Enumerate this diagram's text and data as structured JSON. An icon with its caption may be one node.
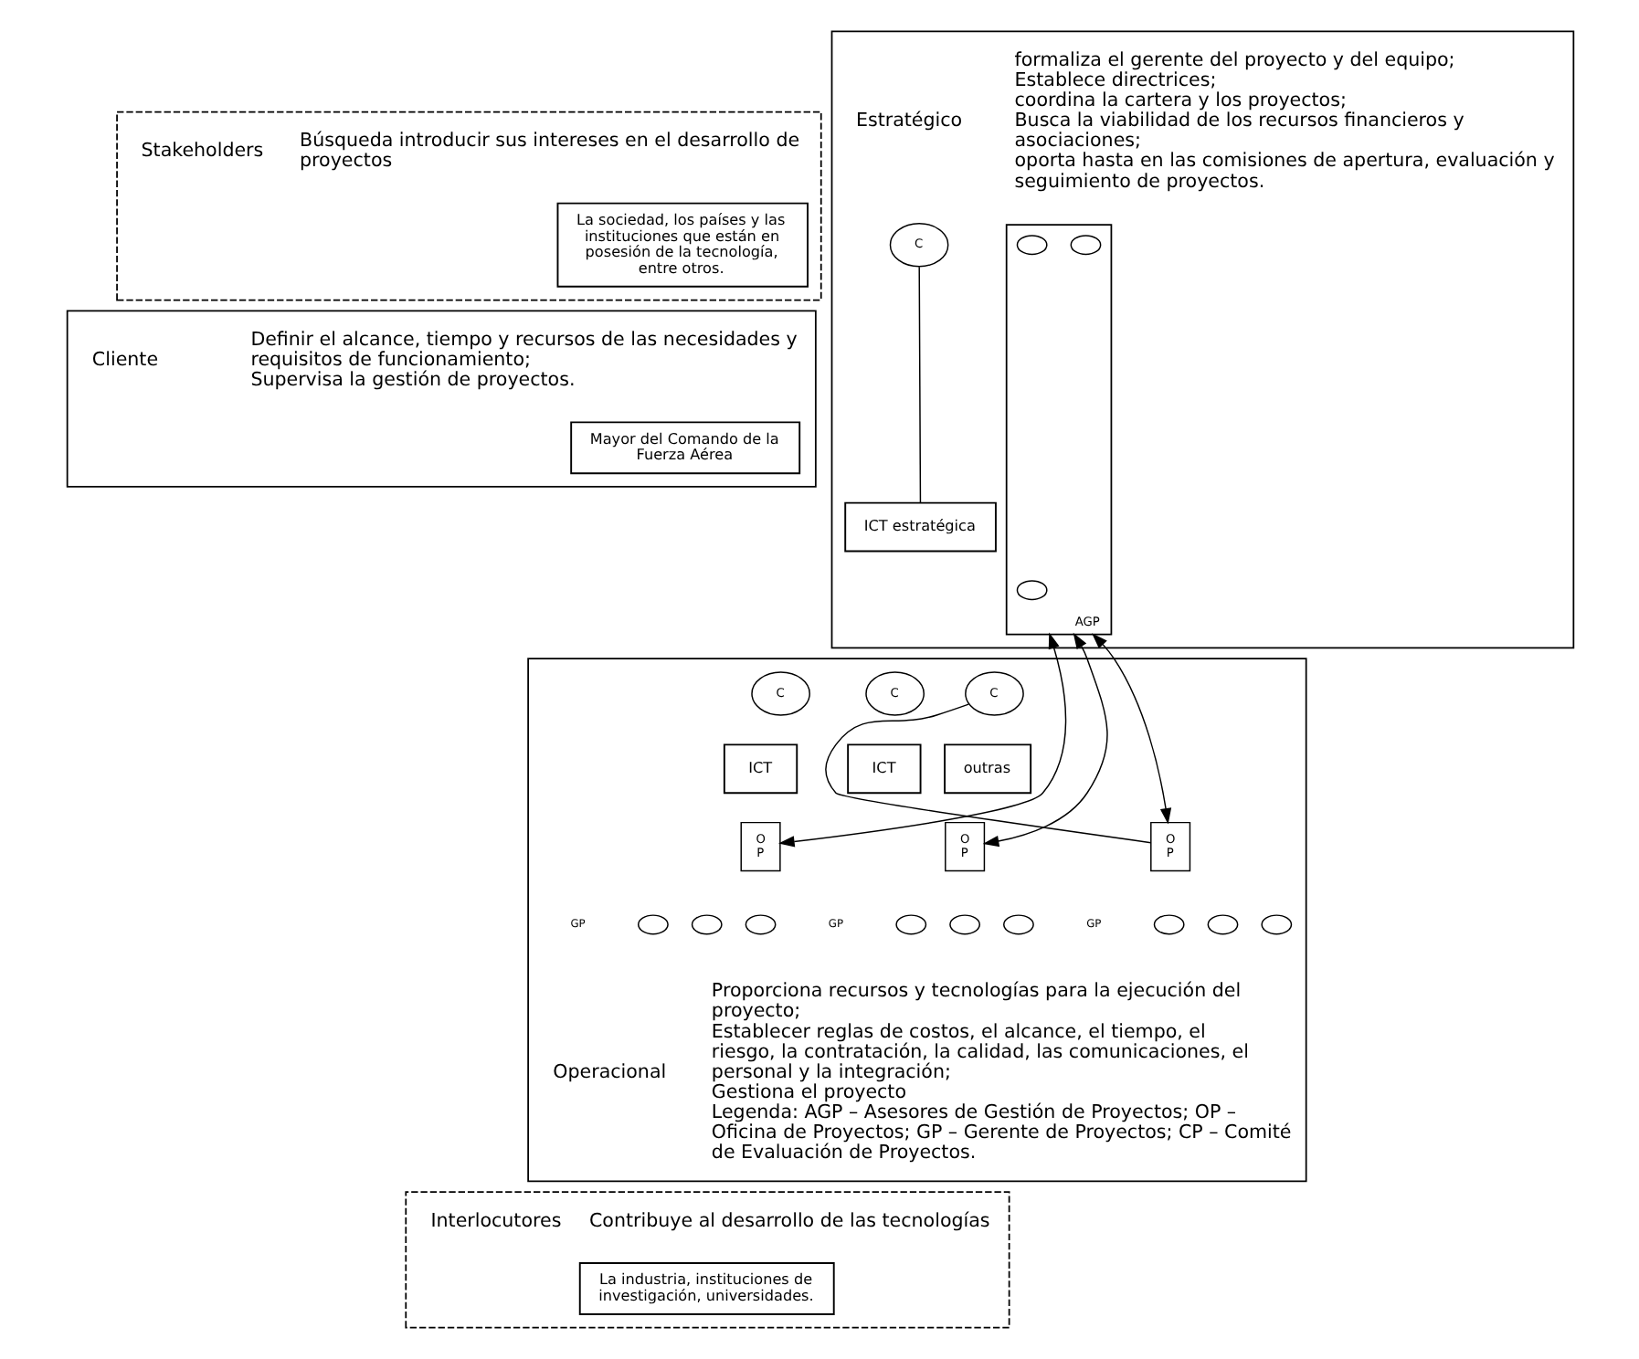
{
  "diagram": {
    "nodes": [
      {
        "text": [
          "Stakeholders",
          "Búsqueda introducir sus intereses en el desarrollo de proyectos"
        ]
      },
      {
        "text": [
          "La sociedad, los países y las instituciones que están en posesión de la tecnología, entre otros."
        ],
        "in": 0
      },
      {
        "text": [
          "Cliente",
          "Definir el alcance, tiempo y recursos de las necesidades y requisitos de funcionamiento;",
          "Supervisa la gestión de proyectos."
        ]
      },
      {
        "text": [
          "Mayor del Comando de la Fuerza Aérea"
        ],
        "in": 2
      },
      {
        "text": [
          "Estratégico",
          "formaliza el gerente del proyecto y del equipo;",
          "Establece directrices;",
          "coordina la cartera y los proyectos;",
          "Busca la viabilidad de los recursos financieros y asociaciones;",
          "oporta hasta en las comisiones de apertura, evaluación y seguimiento de proyectos."
        ]
      },
      {
        "text": [
          "ICT estratégica"
        ],
        "in": 4
      },
      {
        "text": [
          "AGP"
        ],
        "in": 4
      },
      {
        "text": [],
        "shape": "circle",
        "in": 6
      },
      {
        "text": [],
        "shape": "circle",
        "in": 6
      },
      {
        "text": [],
        "shape": "circle",
        "in": 6
      },
      {
        "text": [
          "C"
        ],
        "in": 4
      },
      {
        "text": [
          "Operacional",
          "Proporciona recursos y tecnologías para la ejecución del proyecto;",
          "Establecer reglas de costos, el alcance, el tiempo, el riesgo, la contratación, la calidad, las comunicaciones, el personal y la integración;",
          "Gestiona el proyecto",
          "Legenda: AGP – Asesores de Gestión de Proyectos; OP – Oficina de Proyectos; GP – Gerente de Proyectos; CP – Comité de Evaluación de Proyectos."
        ]
      },
      {
        "text": [
          "C"
        ],
        "in": 11
      },
      {
        "text": [
          "ICT"
        ],
        "in": 11
      },
      {
        "text": [
          "O P"
        ],
        "in": 11
      },
      {
        "text": [
          "C"
        ],
        "in": 11
      },
      {
        "text": [
          "ICT"
        ],
        "in": 11
      },
      {
        "text": [
          "O P"
        ],
        "in": 11
      },
      {
        "text": [
          "C"
        ],
        "in": 11
      },
      {
        "text": [
          "outras"
        ],
        "in": 11
      },
      {
        "text": [
          "O P"
        ],
        "in": 11
      },
      {
        "text": [],
        "shape": "circle",
        "in": 11
      },
      {
        "text": [],
        "shape": "circle",
        "in": 11
      },
      {
        "text": [],
        "shape": "circle",
        "in": 11
      },
      {
        "text": [],
        "shape": "circle",
        "in": 11
      },
      {
        "text": [],
        "shape": "circle",
        "in": 11
      },
      {
        "text": [],
        "shape": "circle",
        "in": 11
      },
      {
        "text": [],
        "shape": "circle",
        "in": 11
      },
      {
        "text": [],
        "shape": "circle",
        "in": 11
      },
      {
        "text": [],
        "shape": "circle",
        "in": 11
      },
      {
        "text": [
          "Interlocutores",
          "Contribuye al desarrollo de las tecnologías"
        ]
      },
      {
        "text": [
          "La industria, instituciones de investigación, universidades."
        ],
        "in": 30
      }
    ],
    "edges": [
      {
        "from": 6,
        "to": 14,
        "arrow": "both"
      },
      {
        "from": 6,
        "to": 17,
        "arrow": "both"
      },
      {
        "from": 6,
        "to": 20,
        "arrow": "both"
      },
      {
        "from": 10,
        "to": 5,
        "arrow": "none"
      },
      {
        "from": 18,
        "to": 20,
        "arrow": "none"
      }
    ],
    "labels": [
      "GP",
      "GP",
      "GP"
    ]
  }
}
